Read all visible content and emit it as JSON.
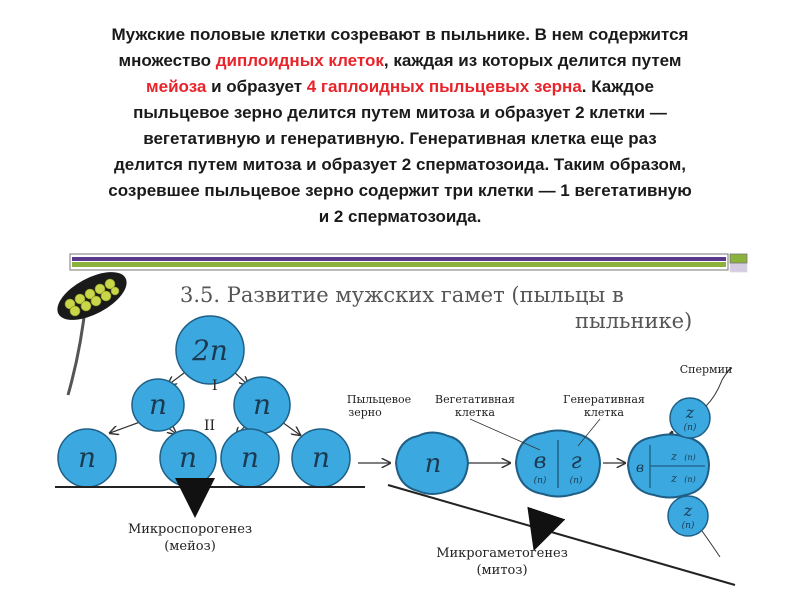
{
  "intro": {
    "s1": "Мужские половые клетки созревают в пыльнике. В нем содержится",
    "s2a": "множество ",
    "s2b": "диплоидных клеток",
    "s2c": ", каждая из которых делится путем",
    "s3a": "мейоза",
    "s3b": " и образует ",
    "s3c": "4 гаплоидных пыльцевых зерна",
    "s3d": ". Каждое",
    "s4": "пыльцевое зерно делится путем митоза и образует 2 клетки —",
    "s5": "вегетативную и генеративную. Генеративная клетка еще раз",
    "s6": "делится путем митоза и образует 2 сперматозоида. Таким образом,",
    "s7": "созревшее пыльцевое зерно содержит три клетки — 1 вегетативную",
    "s8": "и 2 сперматозоида."
  },
  "colors": {
    "highlight": "#e8242b",
    "cell_fill": "#3ba9e0",
    "cell_stroke": "#1f5f86",
    "divider_green": "#8db23c",
    "divider_purple": "#5a3a8c",
    "anther": "#c9d64a"
  },
  "diagram": {
    "title_line1": "3.5. Развитие мужских гамет (пыльцы в",
    "title_line2": "пыльнике)",
    "cells": {
      "mother": "2n",
      "n": "n",
      "veg": "в",
      "veg_sub": "(n)",
      "gen": "г",
      "gen_sub": "(n)",
      "z": "z",
      "z_sub": "(n)"
    },
    "roman_1": "I",
    "roman_2": "II",
    "labels": {
      "pollen_1": "Пыльцевое",
      "pollen_2": "зерно",
      "veg_1": "Вегетативная",
      "veg_2": "клетка",
      "gen_1": "Генеративная",
      "gen_2": "клетка",
      "sperm": "Спермии",
      "micro1_1": "Микроспорогенез",
      "micro1_2": "(мейоз)",
      "micro2_1": "Микрогаметогенез",
      "micro2_2": "(митоз)"
    }
  }
}
